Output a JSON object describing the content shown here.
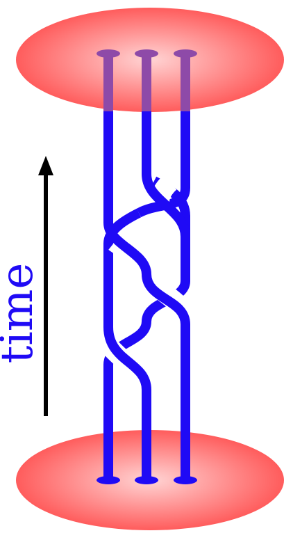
{
  "time_label": "time",
  "colors": {
    "strand": "#1f0af5",
    "disc_center": "#ffd2d2",
    "disc_edge": "#ff5a5a",
    "strand_in_disc": "#8e4aa8",
    "arrow": "#000000"
  },
  "diagram": {
    "strands": 3,
    "crossings": 4,
    "top_disc": "pink-ellipse",
    "bottom_disc": "pink-ellipse",
    "arrow_direction": "up"
  }
}
